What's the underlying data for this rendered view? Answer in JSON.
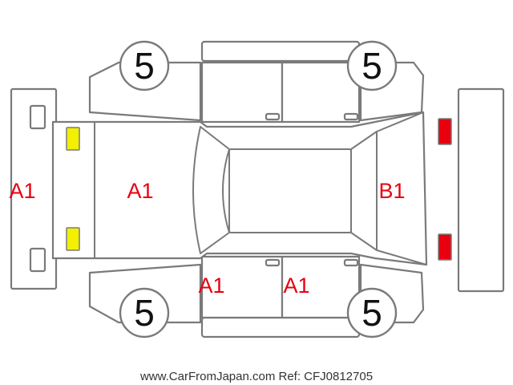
{
  "colors": {
    "outline": "#7a7a7a",
    "damage_code": "#e8000f",
    "lamp_front": "#f2ef00",
    "lamp_rear": "#e8000f",
    "wheel_number": "#111111"
  },
  "wheels": {
    "front_left": "5",
    "rear_left": "5",
    "front_right": "5",
    "rear_right": "5"
  },
  "damage": {
    "front_bumper": "A1",
    "hood": "A1",
    "rear_panel": "B1",
    "front_door_lower": "A1",
    "rear_door_lower": "A1"
  },
  "footer": "www.CarFromJapan.com Ref: CFJ0812705"
}
